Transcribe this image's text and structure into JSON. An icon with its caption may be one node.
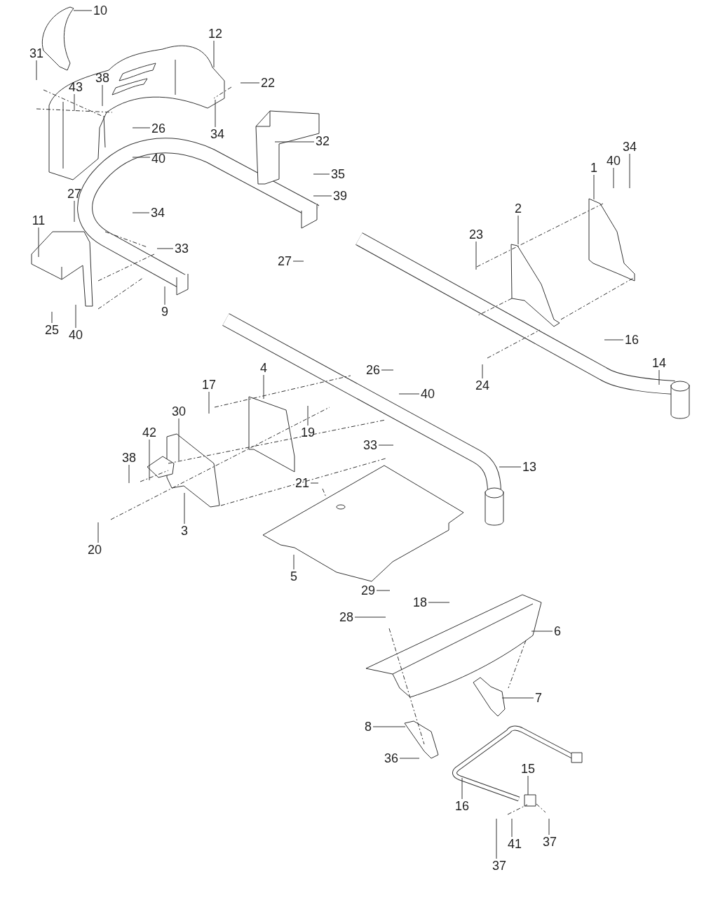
{
  "diagram": {
    "nodes": [
      {
        "text": [
          "10"
        ]
      },
      {
        "text": [
          "12"
        ]
      },
      {
        "text": [
          "31"
        ]
      },
      {
        "text": [
          "38"
        ]
      },
      {
        "text": [
          "43"
        ]
      },
      {
        "text": [
          "22"
        ]
      },
      {
        "text": [
          "34"
        ]
      },
      {
        "text": [
          "26"
        ]
      },
      {
        "text": [
          "32"
        ]
      },
      {
        "text": [
          "40"
        ]
      },
      {
        "text": [
          "35"
        ]
      },
      {
        "text": [
          "27"
        ]
      },
      {
        "text": [
          "39"
        ]
      },
      {
        "text": [
          "34"
        ]
      },
      {
        "text": [
          "1"
        ]
      },
      {
        "text": [
          "40"
        ]
      },
      {
        "text": [
          "34"
        ]
      },
      {
        "text": [
          "11"
        ]
      },
      {
        "text": [
          "2"
        ]
      },
      {
        "text": [
          "23"
        ]
      },
      {
        "text": [
          "33"
        ]
      },
      {
        "text": [
          "27"
        ]
      },
      {
        "text": [
          "9"
        ]
      },
      {
        "text": [
          "25"
        ]
      },
      {
        "text": [
          "40"
        ]
      },
      {
        "text": [
          "16"
        ]
      },
      {
        "text": [
          "24"
        ]
      },
      {
        "text": [
          "14"
        ]
      },
      {
        "text": [
          "26"
        ]
      },
      {
        "text": [
          "17"
        ]
      },
      {
        "text": [
          "4"
        ]
      },
      {
        "text": [
          "40"
        ]
      },
      {
        "text": [
          "30"
        ]
      },
      {
        "text": [
          "19"
        ]
      },
      {
        "text": [
          "42"
        ]
      },
      {
        "text": [
          "33"
        ]
      },
      {
        "text": [
          "38"
        ]
      },
      {
        "text": [
          "13"
        ]
      },
      {
        "text": [
          "21"
        ]
      },
      {
        "text": [
          "3"
        ]
      },
      {
        "text": [
          "20"
        ]
      },
      {
        "text": [
          "5"
        ]
      },
      {
        "text": [
          "29"
        ]
      },
      {
        "text": [
          "18"
        ]
      },
      {
        "text": [
          "28"
        ]
      },
      {
        "text": [
          "6"
        ]
      },
      {
        "text": [
          "7"
        ]
      },
      {
        "text": [
          "8"
        ]
      },
      {
        "text": [
          "36"
        ]
      },
      {
        "text": [
          "15"
        ]
      },
      {
        "text": [
          "16"
        ]
      },
      {
        "text": [
          "37"
        ]
      },
      {
        "text": [
          "41"
        ]
      },
      {
        "text": [
          "37"
        ]
      }
    ],
    "edges": [
      {
        "from": 0,
        "to": null,
        "arrow": "none"
      },
      {
        "from": 1,
        "to": null,
        "arrow": "none"
      },
      {
        "from": 2,
        "to": null,
        "arrow": "none"
      },
      {
        "from": 3,
        "to": null,
        "arrow": "none"
      },
      {
        "from": 4,
        "to": null,
        "arrow": "none"
      },
      {
        "from": 5,
        "to": null,
        "arrow": "none"
      },
      {
        "from": 6,
        "to": null,
        "arrow": "none"
      },
      {
        "from": 7,
        "to": null,
        "arrow": "none"
      },
      {
        "from": 8,
        "to": null,
        "arrow": "none"
      },
      {
        "from": 9,
        "to": null,
        "arrow": "none"
      },
      {
        "from": 10,
        "to": null,
        "arrow": "none"
      },
      {
        "from": 11,
        "to": null,
        "arrow": "none"
      },
      {
        "from": 12,
        "to": null,
        "arrow": "none"
      },
      {
        "from": 13,
        "to": null,
        "arrow": "none"
      },
      {
        "from": 14,
        "to": null,
        "arrow": "none"
      },
      {
        "from": 15,
        "to": null,
        "arrow": "none"
      },
      {
        "from": 16,
        "to": null,
        "arrow": "none"
      },
      {
        "from": 17,
        "to": null,
        "arrow": "none"
      },
      {
        "from": 18,
        "to": null,
        "arrow": "none"
      },
      {
        "from": 19,
        "to": null,
        "arrow": "none"
      },
      {
        "from": 20,
        "to": null,
        "arrow": "none"
      },
      {
        "from": 21,
        "to": null,
        "arrow": "none"
      },
      {
        "from": 22,
        "to": null,
        "arrow": "none"
      },
      {
        "from": 23,
        "to": null,
        "arrow": "none"
      },
      {
        "from": 24,
        "to": null,
        "arrow": "none"
      },
      {
        "from": 25,
        "to": null,
        "arrow": "none"
      },
      {
        "from": 26,
        "to": null,
        "arrow": "none"
      },
      {
        "from": 27,
        "to": null,
        "arrow": "none"
      },
      {
        "from": 28,
        "to": null,
        "arrow": "none"
      },
      {
        "from": 29,
        "to": null,
        "arrow": "none"
      },
      {
        "from": 30,
        "to": null,
        "arrow": "none"
      },
      {
        "from": 31,
        "to": null,
        "arrow": "none"
      },
      {
        "from": 32,
        "to": null,
        "arrow": "none"
      },
      {
        "from": 33,
        "to": null,
        "arrow": "none"
      },
      {
        "from": 34,
        "to": null,
        "arrow": "none"
      },
      {
        "from": 35,
        "to": null,
        "arrow": "none"
      },
      {
        "from": 36,
        "to": null,
        "arrow": "none"
      },
      {
        "from": 37,
        "to": null,
        "arrow": "none"
      },
      {
        "from": 38,
        "to": null,
        "arrow": "none"
      },
      {
        "from": 39,
        "to": null,
        "arrow": "none"
      },
      {
        "from": 40,
        "to": null,
        "arrow": "none"
      },
      {
        "from": 41,
        "to": null,
        "arrow": "none"
      },
      {
        "from": 42,
        "to": null,
        "arrow": "none"
      },
      {
        "from": 43,
        "to": null,
        "arrow": "none"
      },
      {
        "from": 44,
        "to": null,
        "arrow": "none"
      },
      {
        "from": 45,
        "to": null,
        "arrow": "none"
      },
      {
        "from": 46,
        "to": null,
        "arrow": "none"
      },
      {
        "from": 47,
        "to": null,
        "arrow": "none"
      },
      {
        "from": 48,
        "to": null,
        "arrow": "none"
      },
      {
        "from": 49,
        "to": null,
        "arrow": "none"
      },
      {
        "from": 50,
        "to": null,
        "arrow": "none"
      },
      {
        "from": 51,
        "to": null,
        "arrow": "none"
      },
      {
        "from": 52,
        "to": null,
        "arrow": "none"
      },
      {
        "from": 53,
        "to": null,
        "arrow": "none"
      }
    ]
  }
}
